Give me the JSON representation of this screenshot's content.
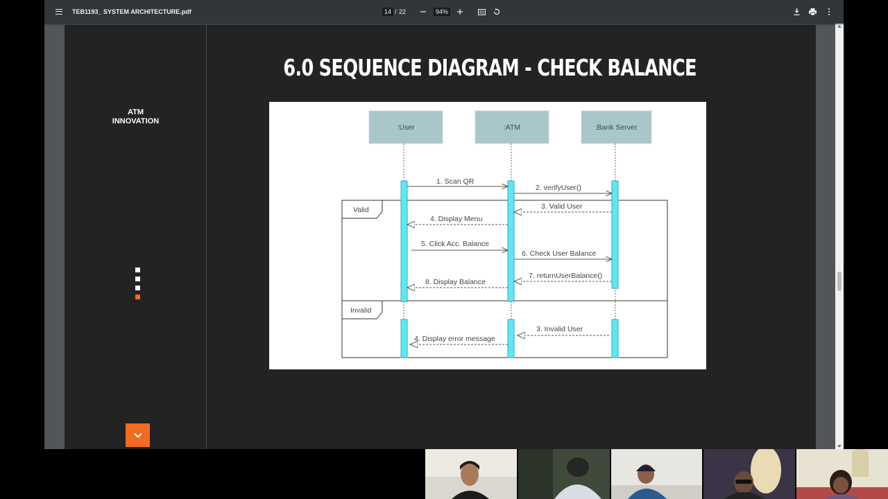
{
  "toolbar": {
    "filename": "TEB1193_ SYSTEM ARCHITECTURE.pdf",
    "current_page": "14",
    "page_separator": "/",
    "total_pages": "22",
    "zoom": "94%"
  },
  "slide": {
    "brand_line1": "ATM",
    "brand_line2": "INNOVATION",
    "title": "6.0 SEQUENCE DIAGRAM - CHECK BALANCE",
    "progress_total": 4,
    "progress_current": 4
  },
  "diagram": {
    "lifelines": {
      "user": ":User",
      "atm": ":ATM",
      "bank": ":Bank Server"
    },
    "fragments": {
      "valid": "Valid",
      "invalid": "Invalid"
    },
    "messages": {
      "m1": "1. Scan QR",
      "m2": "2. verifyUser()",
      "m3": "3. Valid User",
      "m4": "4. Display Menu",
      "m5": "5. Click Acc. Balance",
      "m6": "6. Check User Balance",
      "m7": "7. returnUserBalance()",
      "m8": "8. Display Balance",
      "m9": "3. Invalid User",
      "m10": "4. Display error message"
    }
  },
  "colors": {
    "accent": "#f26b23",
    "toolbar": "#323639",
    "activation": "#5ce8f5",
    "lifeline_head": "#a9c6c9"
  },
  "icons": {
    "menu": "hamburger-icon",
    "zoom_out": "minus-icon",
    "zoom_in": "plus-icon",
    "fit": "fit-to-page-icon",
    "rotate": "rotate-icon",
    "download": "download-icon",
    "print": "print-icon",
    "more": "more-vert-icon",
    "next": "chevron-down-icon"
  }
}
